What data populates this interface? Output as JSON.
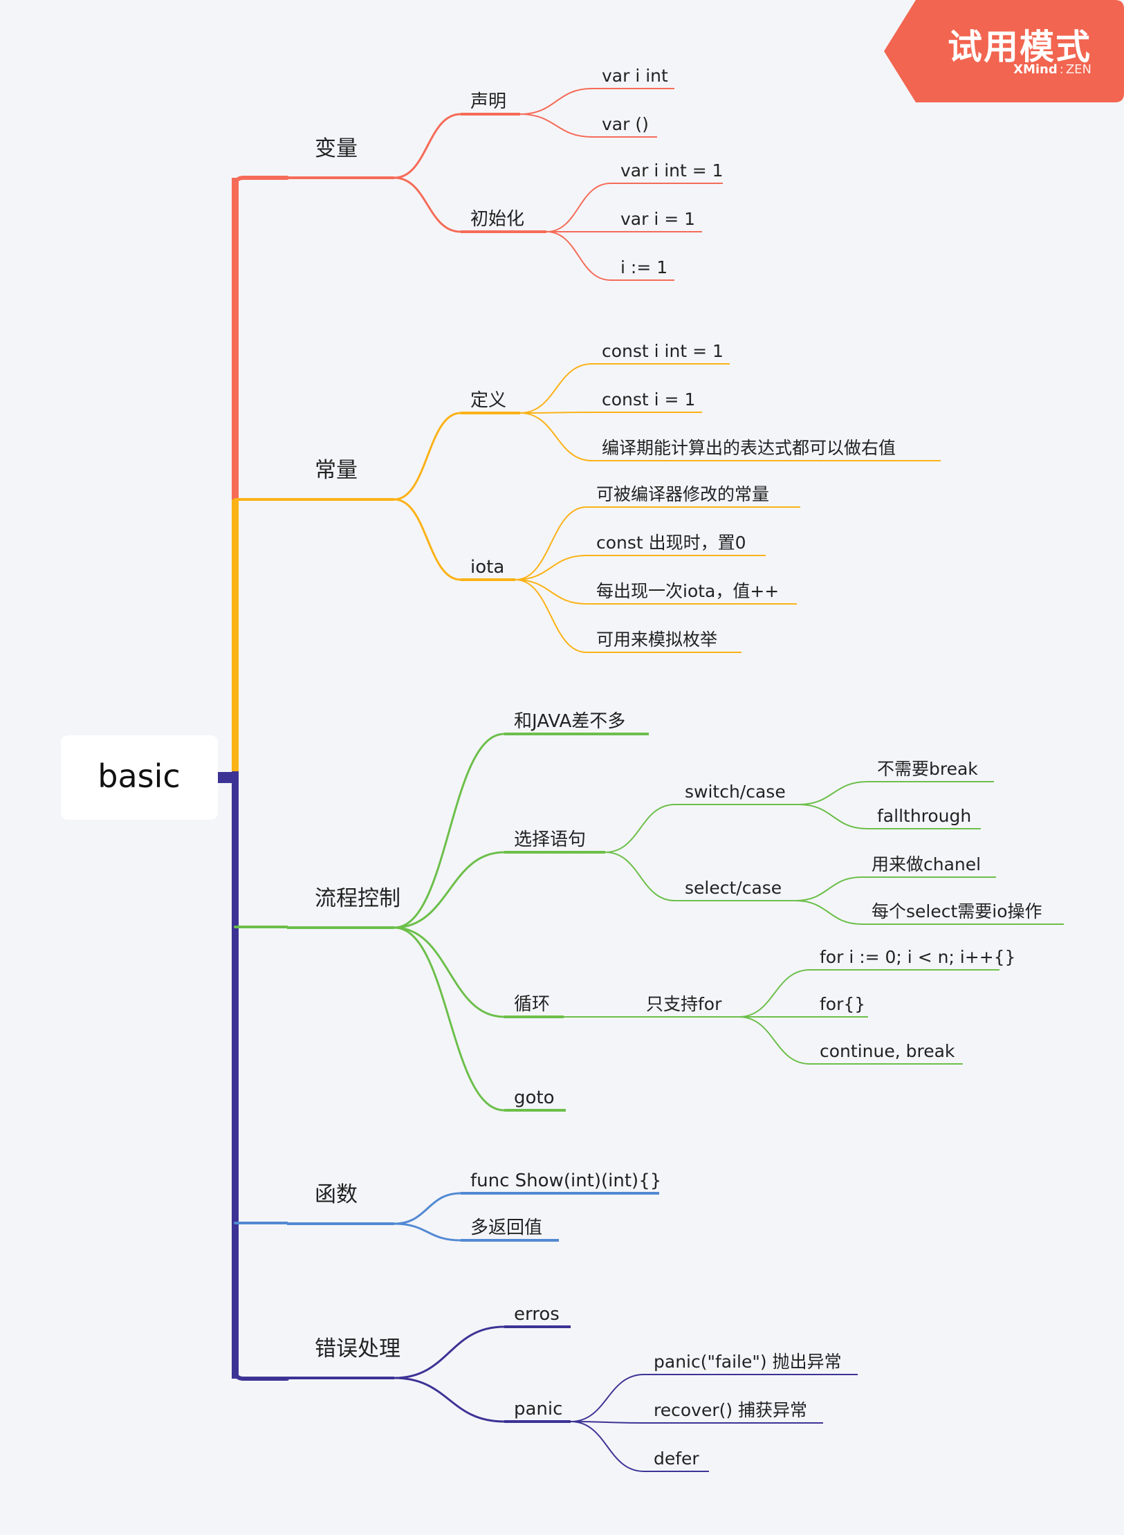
{
  "badge": {
    "title": "试用模式",
    "brand": "XMind",
    "edition": "ZEN"
  },
  "mindmap": {
    "root": "basic",
    "branches": [
      {
        "label": "变量",
        "color": "#f56b57",
        "children": [
          {
            "label": "声明",
            "children": [
              {
                "label": "var i int"
              },
              {
                "label": "var ()"
              }
            ]
          },
          {
            "label": "初始化",
            "children": [
              {
                "label": "var i int = 1"
              },
              {
                "label": "var i = 1"
              },
              {
                "label": "i := 1"
              }
            ]
          }
        ]
      },
      {
        "label": "常量",
        "color": "#fbb217",
        "children": [
          {
            "label": "定义",
            "children": [
              {
                "label": "const i int = 1"
              },
              {
                "label": "const i = 1"
              },
              {
                "label": "编译期能计算出的表达式都可以做右值"
              }
            ]
          },
          {
            "label": "iota",
            "children": [
              {
                "label": "可被编译器修改的常量"
              },
              {
                "label": "const 出现时，置0"
              },
              {
                "label": "每出现一次iota，值++"
              },
              {
                "label": "可用来模拟枚举"
              }
            ]
          }
        ]
      },
      {
        "label": "流程控制",
        "color": "#6cbf4a",
        "children": [
          {
            "label": "和JAVA差不多"
          },
          {
            "label": "选择语句",
            "children": [
              {
                "label": "switch/case",
                "children": [
                  {
                    "label": "不需要break"
                  },
                  {
                    "label": "fallthrough"
                  }
                ]
              },
              {
                "label": "select/case",
                "children": [
                  {
                    "label": "用来做chanel"
                  },
                  {
                    "label": "每个select需要io操作"
                  }
                ]
              }
            ]
          },
          {
            "label": "循环",
            "children": [
              {
                "label": "只支持for",
                "children": [
                  {
                    "label": "for i := 0; i < n; i++{}"
                  },
                  {
                    "label": "for{}"
                  },
                  {
                    "label": "continue, break"
                  }
                ]
              }
            ]
          },
          {
            "label": "goto"
          }
        ]
      },
      {
        "label": "函数",
        "color": "#5289d3",
        "children": [
          {
            "label": "func Show(int)(int){}"
          },
          {
            "label": "多返回值"
          }
        ]
      },
      {
        "label": "错误处理",
        "color": "#3c3395",
        "children": [
          {
            "label": "erros"
          },
          {
            "label": "panic",
            "children": [
              {
                "label": "panic(\"faile\") 抛出异常"
              },
              {
                "label": "recover() 捕获异常"
              },
              {
                "label": "defer"
              }
            ]
          }
        ]
      }
    ]
  }
}
